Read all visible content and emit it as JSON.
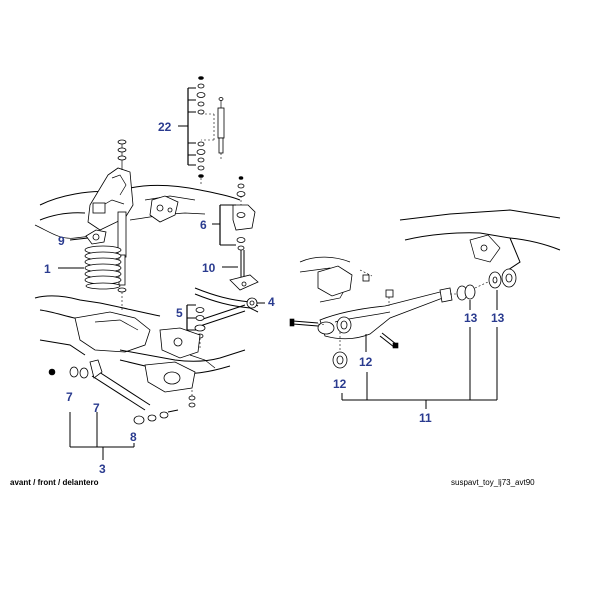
{
  "callouts": {
    "c22": "22",
    "c6": "6",
    "c9": "9",
    "c1": "1",
    "c10": "10",
    "c4": "4",
    "c5": "5",
    "c7a": "7",
    "c7b": "7",
    "c8": "8",
    "c3": "3",
    "c12a": "12",
    "c12b": "12",
    "c13a": "13",
    "c13b": "13",
    "c11": "11"
  },
  "captions": {
    "position": "avant / front / delantero",
    "reference": "suspavt_toy_lj73_avt90"
  },
  "colors": {
    "callout": "#2a3b8f",
    "lines": "#000000",
    "background": "#ffffff"
  }
}
